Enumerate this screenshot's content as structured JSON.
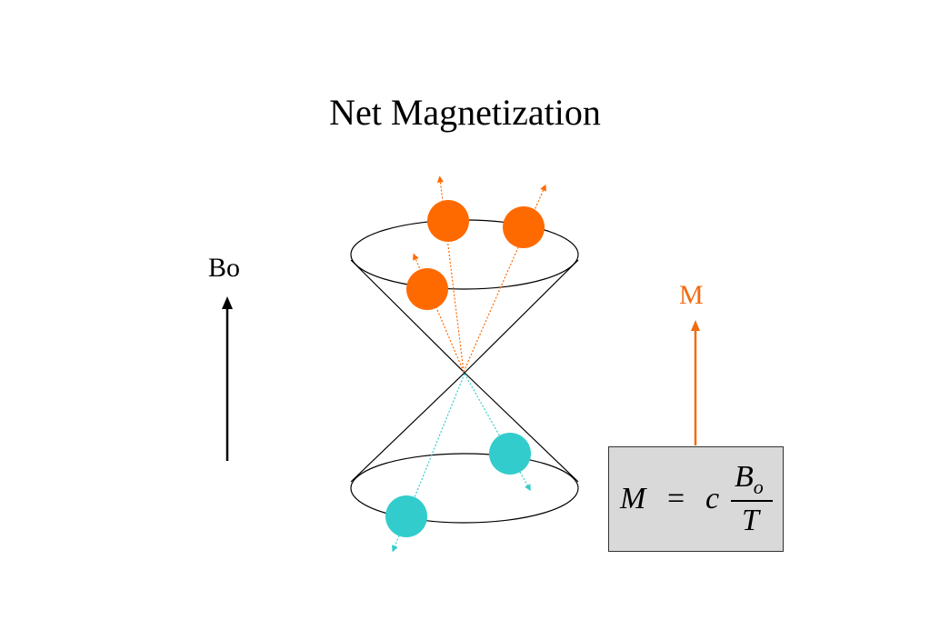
{
  "title": "Net Magnetization",
  "field_label": "Bo",
  "magnetization_label": "M",
  "formula": {
    "lhs": "M",
    "equals": "=",
    "coefficient": "c",
    "numerator": "B",
    "numerator_subscript": "o",
    "denominator": "T"
  },
  "colors": {
    "spin_up": "#ff6a00",
    "spin_down": "#33cccc",
    "magnetization": "#f26b10",
    "outline": "#000000",
    "formula_box": "#d9d9d9"
  },
  "spins": {
    "up_count": 3,
    "down_count": 2
  }
}
